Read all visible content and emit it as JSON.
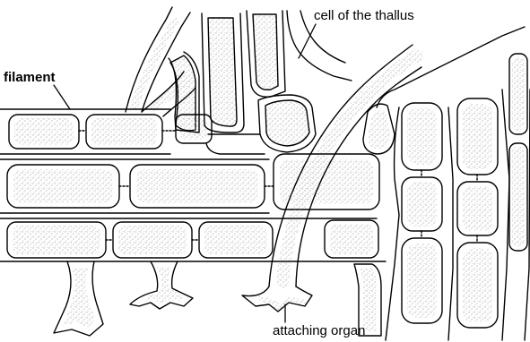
{
  "labels": {
    "filament": "filament",
    "cell_of_thallus": "cell of the thallus",
    "attaching_organ": "attaching organ"
  },
  "colors": {
    "ink": "#000000",
    "stipple": "#9a9a9a",
    "background": "#ffffff"
  }
}
